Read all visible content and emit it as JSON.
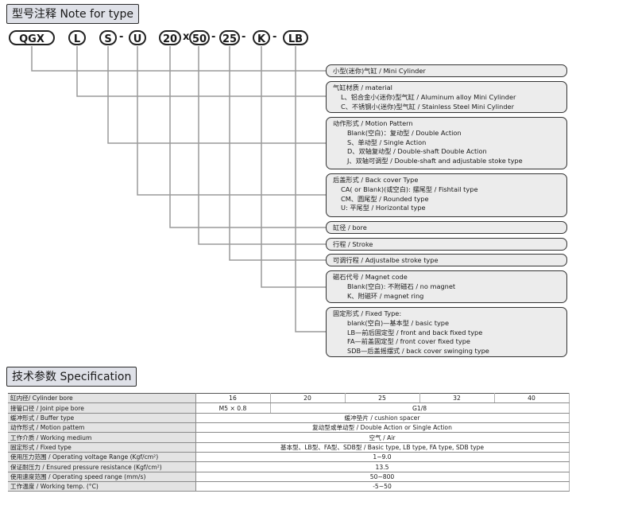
{
  "sections": {
    "type_title": "型号注释 Note for type",
    "spec_title": "技术参数 Specification"
  },
  "code_parts": [
    "QGX",
    "L",
    "S",
    "U",
    "20",
    "50",
    "25",
    "K",
    "LB"
  ],
  "separators": [
    "-",
    "x",
    "-",
    "-",
    "-"
  ],
  "notes": [
    {
      "lines": [
        "小型(迷你)气缸 / Mini Cylinder"
      ]
    },
    {
      "lines": [
        "气缸材质 / material",
        "L、铝合金小(迷你)型气缸 / Aluminum alloy Mini Cylinder",
        "C、不锈钢小(迷你)型气缸 / Stainless Steel Mini Cylinder"
      ]
    },
    {
      "lines": [
        "动作形式 / Motion Pattern",
        "Blank(空白)：复动型 / Double Action",
        "S、单动型 / Single Action",
        "D、双轴复动型 / Double-shaft Double Action",
        "J、双轴可调型 / Double-shaft and adjustable stoke type"
      ]
    },
    {
      "lines": [
        "后盖形式 / Back cover Type",
        "CA( or Blank)(或空白): 摆尾型 / Fishtail type",
        "CM、圆尾型 / Rounded type",
        "U: 平尾型 / Horizontal type"
      ]
    },
    {
      "lines": [
        "缸径 / bore"
      ]
    },
    {
      "lines": [
        "行程 / Stroke"
      ]
    },
    {
      "lines": [
        "可调行程 / Adjustalbe stroke type"
      ]
    },
    {
      "lines": [
        "磁石代号 / Magnet code",
        "Blank(空白): 不附磁石 / no magnet",
        "K、附磁环 / magnet ring"
      ]
    },
    {
      "lines": [
        "固定形式 / Fixed Type:",
        "blank(空白)—基本型 / basic type",
        "LB—前后固定型 / front and back fixed type",
        "FA—前盖固定型 / front cover fixed type",
        "SDB—后盖摇摆式 / back cover swinging type"
      ]
    }
  ],
  "spec_table": {
    "header": {
      "label": "缸内径/ Cylinder bore",
      "values": [
        "16",
        "20",
        "25",
        "32",
        "40"
      ]
    },
    "rows": [
      {
        "label": "接管口径 / Joint pipe bore",
        "cells": [
          "M5 × 0.8",
          "G1/8"
        ]
      },
      {
        "label": "缓冲形式 / Buffer type",
        "cells": [
          "缓冲垫片 / cushion spacer"
        ]
      },
      {
        "label": "动作形式 / Motion pattem",
        "cells": [
          "复动型或单动型 / Double Action or Single Action"
        ]
      },
      {
        "label": "工作介质 / Working medium",
        "cells": [
          "空气 / Air"
        ]
      },
      {
        "label": "固定形式 / Fixed type",
        "cells": [
          "基本型、LB型、FA型、SDB型 / Basic type, LB type, FA type, SDB type"
        ]
      },
      {
        "label": "使用压力范围 / Operating voltage Range (Kgf/cm²)",
        "cells": [
          "1~9.0"
        ]
      },
      {
        "label": "保证耐压力 / Ensured pressure resistance (Kgf/cm²)",
        "cells": [
          "13.5"
        ]
      },
      {
        "label": "使用速度范围 / Operating speed  range (mm/s)",
        "cells": [
          "50~800"
        ]
      },
      {
        "label": "工作温度 / Working temp. (°C)",
        "cells": [
          "-5~50"
        ]
      }
    ]
  }
}
